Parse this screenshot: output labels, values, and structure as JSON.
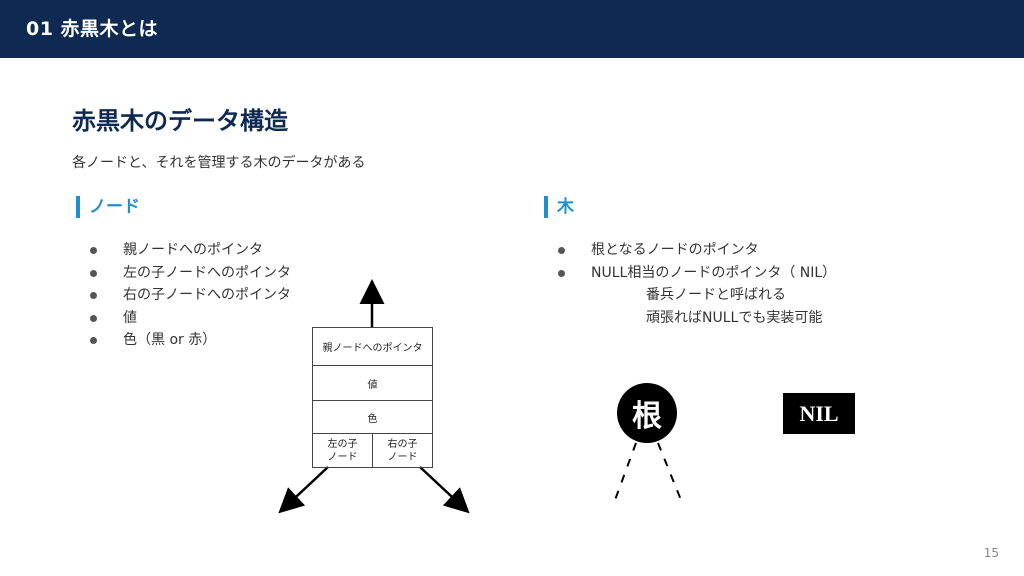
{
  "header": {
    "title": "01 赤黒木とは",
    "color": "#0f2a52"
  },
  "slide": {
    "title": "赤黒木のデータ構造",
    "subtitle": "各ノードと、それを管理する木のデータがある"
  },
  "node_section": {
    "heading": "ノード",
    "accent_color": "#1f8fd0",
    "bullets": [
      "親ノードへのポインタ",
      "左の子ノードへのポインタ",
      "右の子ノードへのポインタ",
      "値",
      "色（黒 or 赤）"
    ]
  },
  "tree_section": {
    "heading": "木",
    "bullets": [
      "根となるノードのポインタ",
      "NULL相当のノードのポインタ（ NIL）"
    ],
    "sub_lines": [
      "番兵ノードと呼ばれる",
      "頑張ればNULLでも実装可能"
    ]
  },
  "node_diagram": {
    "parent_pointer": "親ノードへのポインタ",
    "value": "値",
    "color": "色",
    "left_child": "左の子\nノード",
    "right_child": "右の子\nノード"
  },
  "root_diagram": {
    "label": "根"
  },
  "nil_diagram": {
    "label": "NIL"
  },
  "page_number": "15"
}
